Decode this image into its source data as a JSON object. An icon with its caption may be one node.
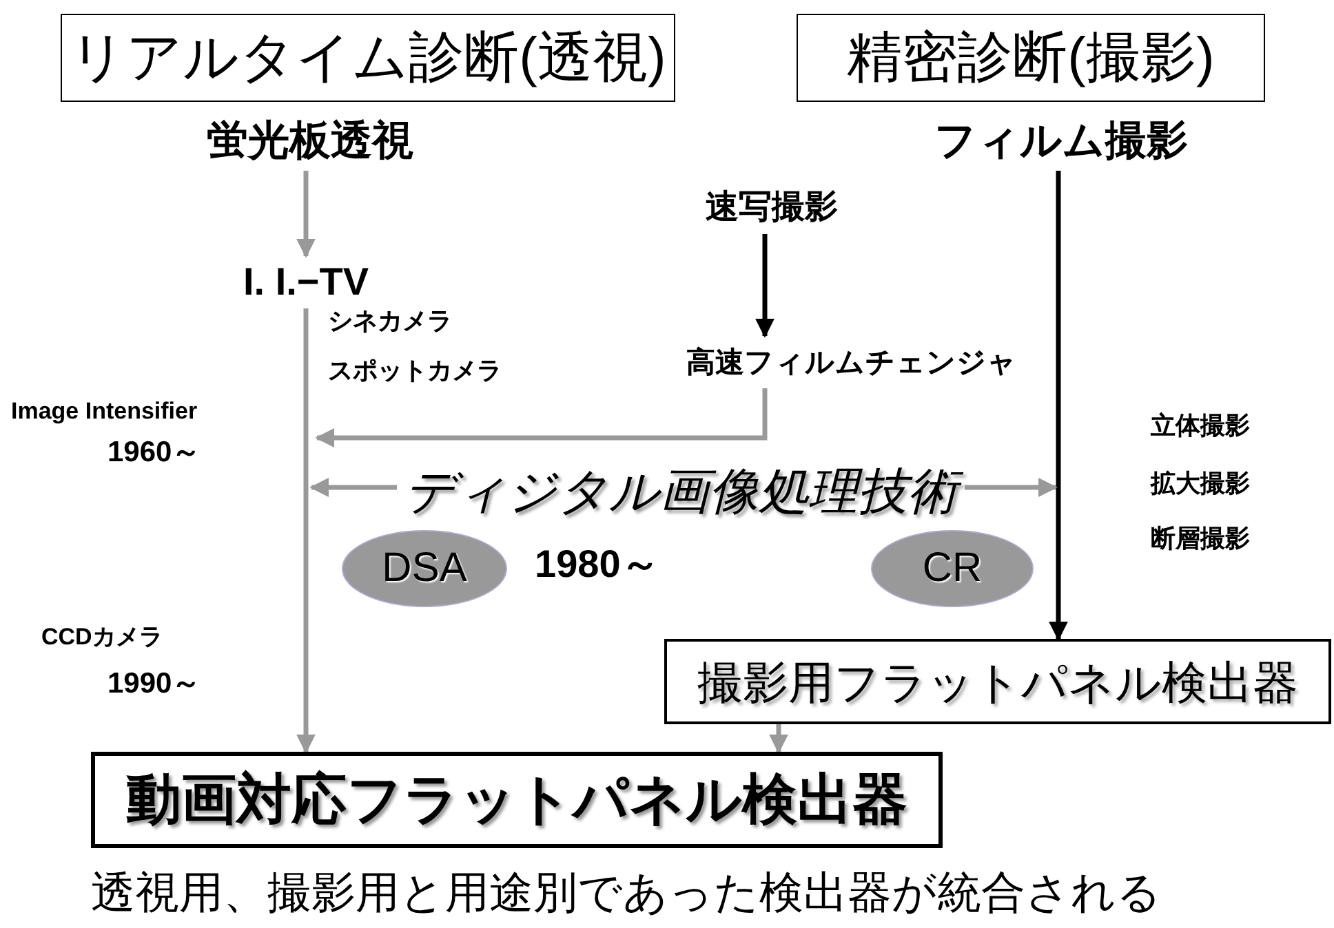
{
  "diagram": {
    "nodes": [
      {
        "text": [
          "リアルタイム診断(透視)"
        ]
      },
      {
        "text": [
          "精密診断(撮影)"
        ]
      },
      {
        "text": [
          "蛍光板透視"
        ]
      },
      {
        "text": [
          "フィルム撮影"
        ]
      },
      {
        "text": [
          "速写撮影"
        ]
      },
      {
        "text": [
          "I. I.−TV"
        ]
      },
      {
        "text": [
          "高速フィルムチェンジャ"
        ]
      },
      {
        "text": [
          "ディジタル画像処理技術"
        ]
      },
      {
        "text": [
          "DSA"
        ]
      },
      {
        "text": [
          "CR"
        ]
      },
      {
        "text": [
          "撮影用フラットパネル検出器"
        ]
      },
      {
        "text": [
          "動画対応フラットパネル検出器"
        ]
      }
    ],
    "edges": [
      {
        "from": 2,
        "to": 5,
        "arrow": "to"
      },
      {
        "from": 5,
        "to": 11,
        "arrow": "to"
      },
      {
        "from": 4,
        "to": 6,
        "arrow": "to",
        "color": "#000000"
      },
      {
        "from": 6,
        "to": null,
        "arrow": "to"
      },
      {
        "from": 3,
        "to": 10,
        "arrow": "to",
        "color": "#000000"
      },
      {
        "from": 7,
        "to": null,
        "arrow": "to"
      },
      {
        "from": 7,
        "to": null,
        "arrow": "to"
      },
      {
        "from": 10,
        "to": 11,
        "arrow": "to"
      }
    ],
    "labels": [
      "シネカメラ",
      "スポットカメラ",
      "Image Intensifier",
      "1960～",
      "立体撮影",
      "拡大撮影",
      "1980～",
      "断層撮影",
      "CCDカメラ",
      "1990～",
      "透視用、撮影用と用途別であった検出器が統合される"
    ]
  }
}
